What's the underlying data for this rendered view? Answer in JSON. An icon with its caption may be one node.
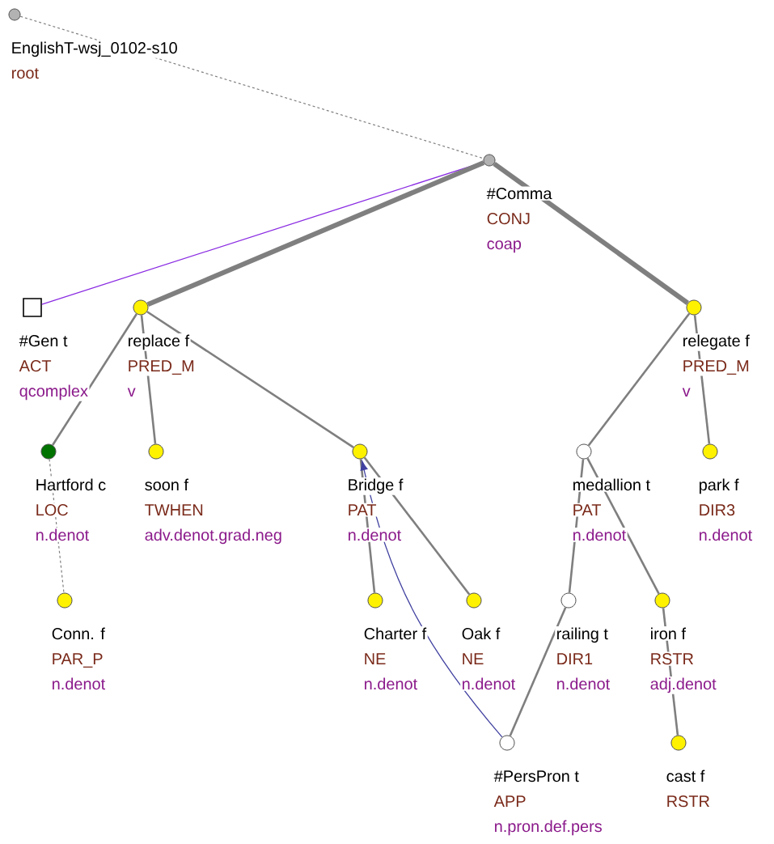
{
  "diagram": {
    "nodes": [
      {
        "text": [],
        "shape": "circle",
        "beside": [
          "EnglishT-wsj_0102-s10",
          "root"
        ]
      },
      {
        "text": [],
        "shape": "circle",
        "beside": [
          "#Comma",
          "CONJ",
          "coap"
        ]
      },
      {
        "text": [],
        "shape": "box",
        "beside": [
          "#Gen t",
          "ACT",
          "qcomplex"
        ]
      },
      {
        "text": [],
        "shape": "circle",
        "beside": [
          "replace f",
          "PRED_M",
          "v"
        ]
      },
      {
        "text": [],
        "shape": "circle",
        "beside": [
          "relegate f",
          "PRED_M",
          "v"
        ]
      },
      {
        "text": [],
        "shape": "circle",
        "beside": [
          "Hartford c",
          "LOC",
          "n.denot"
        ]
      },
      {
        "text": [],
        "shape": "circle",
        "beside": [
          "soon f",
          "TWHEN",
          "adv.denot.grad.neg"
        ]
      },
      {
        "text": [],
        "shape": "circle",
        "beside": [
          "Bridge f",
          "PAT",
          "n.denot"
        ]
      },
      {
        "text": [],
        "shape": "circle",
        "beside": [
          "medallion t",
          "PAT",
          "n.denot"
        ]
      },
      {
        "text": [],
        "shape": "circle",
        "beside": [
          "park f",
          "DIR3",
          "n.denot"
        ]
      },
      {
        "text": [],
        "shape": "circle",
        "beside": [
          "Conn. f",
          "PAR_P",
          "n.denot"
        ]
      },
      {
        "text": [],
        "shape": "circle",
        "beside": [
          "Charter f",
          "NE",
          "n.denot"
        ]
      },
      {
        "text": [],
        "shape": "circle",
        "beside": [
          "Oak f",
          "NE",
          "n.denot"
        ]
      },
      {
        "text": [],
        "shape": "circle",
        "beside": [
          "railing t",
          "DIR1",
          "n.denot"
        ]
      },
      {
        "text": [],
        "shape": "circle",
        "beside": [
          "iron f",
          "RSTR",
          "adj.denot"
        ]
      },
      {
        "text": [],
        "shape": "circle",
        "beside": [
          "#PersPron t",
          "APP",
          "n.pron.def.pers"
        ]
      },
      {
        "text": [],
        "shape": "circle",
        "beside": [
          "cast f",
          "RSTR"
        ]
      }
    ],
    "edges": [
      {
        "from": 0,
        "to": 1,
        "arrow": "none",
        "style": "dashed"
      },
      {
        "from": 1,
        "to": 2,
        "arrow": "none",
        "color": "#8a2be2"
      },
      {
        "from": 1,
        "to": 3,
        "arrow": "none",
        "style": "thick"
      },
      {
        "from": 1,
        "to": 4,
        "arrow": "none",
        "style": "thick"
      },
      {
        "from": 3,
        "to": 5,
        "arrow": "none"
      },
      {
        "from": 3,
        "to": 6,
        "arrow": "none"
      },
      {
        "from": 3,
        "to": 7,
        "arrow": "none"
      },
      {
        "from": 4,
        "to": 8,
        "arrow": "none"
      },
      {
        "from": 4,
        "to": 9,
        "arrow": "none"
      },
      {
        "from": 5,
        "to": 10,
        "arrow": "none",
        "style": "dashed"
      },
      {
        "from": 7,
        "to": 11,
        "arrow": "none"
      },
      {
        "from": 7,
        "to": 12,
        "arrow": "none"
      },
      {
        "from": 8,
        "to": 13,
        "arrow": "none"
      },
      {
        "from": 8,
        "to": 14,
        "arrow": "none"
      },
      {
        "from": 13,
        "to": 15,
        "arrow": "none"
      },
      {
        "from": 14,
        "to": 16,
        "arrow": "none"
      },
      {
        "from": 15,
        "to": 7,
        "arrow": "to",
        "color": "#4040a0"
      }
    ]
  }
}
